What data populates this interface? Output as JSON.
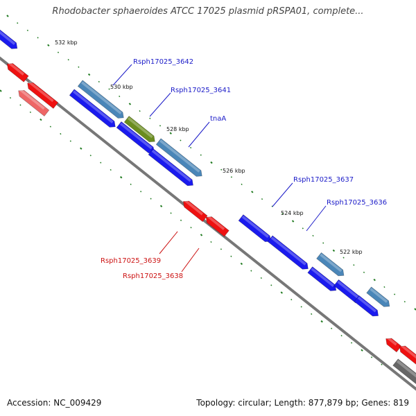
{
  "title": "Rhodobacter sphaeroides ATCC 17025 plasmid pRSPA01, complete...",
  "footer": {
    "accession": "Accession: NC_009429",
    "stats": "Topology: circular; Length: 877,879 bp; Genes: 819"
  },
  "colors": {
    "backbone": "#777777",
    "tick": "#1f7a1f",
    "forward_gene": "#1a1aee",
    "forward_gene_light": "#4a86b8",
    "reverse_gene": "#ee1111",
    "reverse_gene_light": "#ee6666",
    "green_gene": "#6a8c1e",
    "gray_gene": "#666666",
    "label_forward": "#1a1ac8",
    "label_reverse": "#cc1111"
  },
  "ticks": [
    "532 kbp",
    "530 kbp",
    "528 kbp",
    "526 kbp",
    "524 kbp",
    "522 kbp"
  ],
  "gene_labels": {
    "forward": [
      "Rsph17025_3642",
      "Rsph17025_3641",
      "tnaA",
      "Rsph17025_3637",
      "Rsph17025_3636"
    ],
    "reverse": [
      "Rsph17025_3639",
      "Rsph17025_3638"
    ]
  }
}
